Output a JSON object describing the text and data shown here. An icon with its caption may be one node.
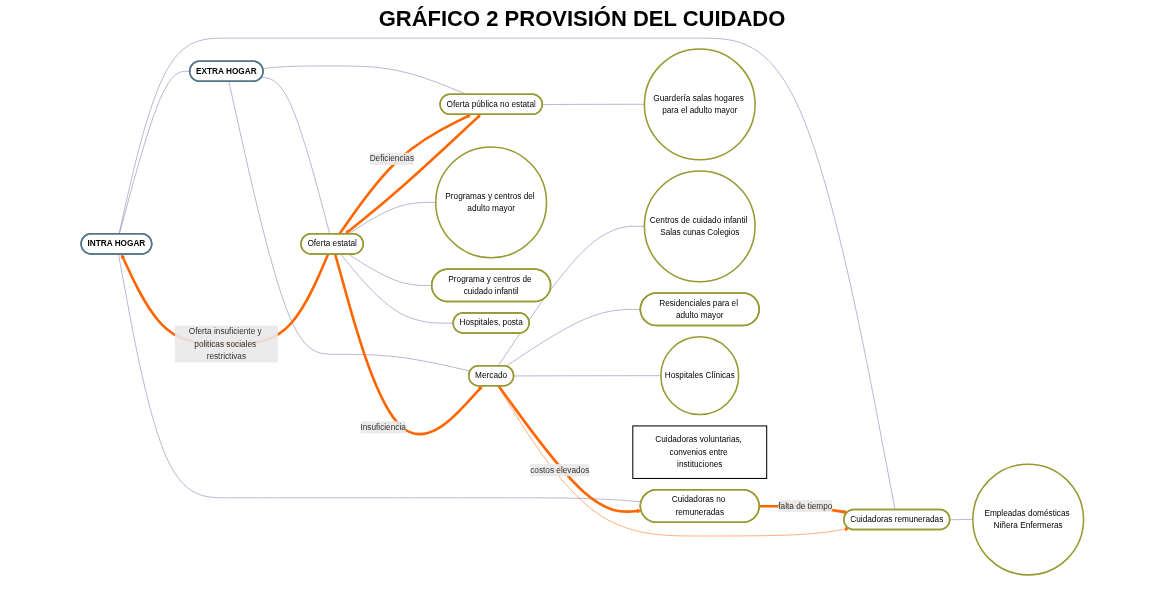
{
  "diagram": {
    "title": "GRÁFICO 2 PROVISIÓN DEL CUIDADO",
    "nodes": [
      {
        "text": [
          "INTRA HOGAR"
        ]
      },
      {
        "text": [
          "EXTRA HOGAR"
        ]
      },
      {
        "text": [
          "Cuidadoras no remuneradas"
        ]
      },
      {
        "text": [
          "Cuidadoras remuneradas"
        ]
      },
      {
        "text": [
          "Mercado"
        ]
      },
      {
        "text": [
          "Oferta estatal"
        ]
      },
      {
        "text": [
          "Oferta pública no estatal"
        ]
      },
      {
        "text": [
          "Cuidadoras voluntarias, convenios entre instituciones"
        ]
      },
      {
        "text": [
          "Guardería salas hogares para el adulto mayor"
        ]
      },
      {
        "text": [
          "Empleadas domésticas Niñera Enfermeras"
        ]
      },
      {
        "text": [
          "Centros de cuidado infantil Salas cunas Colegios"
        ]
      },
      {
        "text": [
          "Residenciales para el adulto mayor"
        ]
      },
      {
        "text": [
          "Hospitales Clínicas"
        ]
      },
      {
        "text": [
          "Programas y centros del adulto mayor"
        ]
      },
      {
        "text": [
          "Programa y centros de cuidado infantil"
        ]
      },
      {
        "text": [
          "Hospitales, posta"
        ]
      }
    ],
    "edges": [
      {
        "from": 0,
        "to": 1,
        "arrow": "none"
      },
      {
        "from": 0,
        "to": 2,
        "arrow": "none"
      },
      {
        "from": 0,
        "to": 3,
        "arrow": "none"
      },
      {
        "from": 1,
        "to": 4,
        "arrow": "none"
      },
      {
        "from": 1,
        "to": 5,
        "arrow": "none"
      },
      {
        "from": 1,
        "to": 6,
        "arrow": "none"
      },
      {
        "from": 3,
        "to": 9,
        "arrow": "none"
      },
      {
        "from": 4,
        "to": 10,
        "arrow": "none"
      },
      {
        "from": 4,
        "to": 11,
        "arrow": "none"
      },
      {
        "from": 4,
        "to": 12,
        "arrow": "none"
      },
      {
        "from": 5,
        "to": 13,
        "arrow": "none"
      },
      {
        "from": 5,
        "to": 14,
        "arrow": "none"
      },
      {
        "from": 5,
        "to": 15,
        "arrow": "none"
      },
      {
        "from": 6,
        "to": 8,
        "arrow": "none"
      },
      {
        "from": 5,
        "to": 0,
        "arrow": "to",
        "label": "Oferta insuficiente y politicas sociales restrictivas",
        "style": "thick",
        "color": "#ff6600"
      },
      {
        "from": 2,
        "to": 3,
        "arrow": "to",
        "label": "falta de tiempo",
        "style": "thick",
        "color": "#ff6600"
      },
      {
        "from": 4,
        "to": 3,
        "arrow": "to",
        "color": "#ff6600"
      },
      {
        "from": 4,
        "to": 2,
        "arrow": "to",
        "label": "costos elevados",
        "style": "thick",
        "color": "#ff6600"
      },
      {
        "from": 5,
        "to": 4,
        "arrow": "to",
        "label": "Insuficiencia",
        "style": "thick",
        "color": "#ff6600"
      },
      {
        "from": 5,
        "to": 6,
        "arrow": "to",
        "label": "Deficiencias",
        "style": "thick",
        "color": "#ff6600"
      },
      {
        "from": 5,
        "to": 6,
        "arrow": "both",
        "style": "thick",
        "color": "#ff6600"
      }
    ]
  }
}
